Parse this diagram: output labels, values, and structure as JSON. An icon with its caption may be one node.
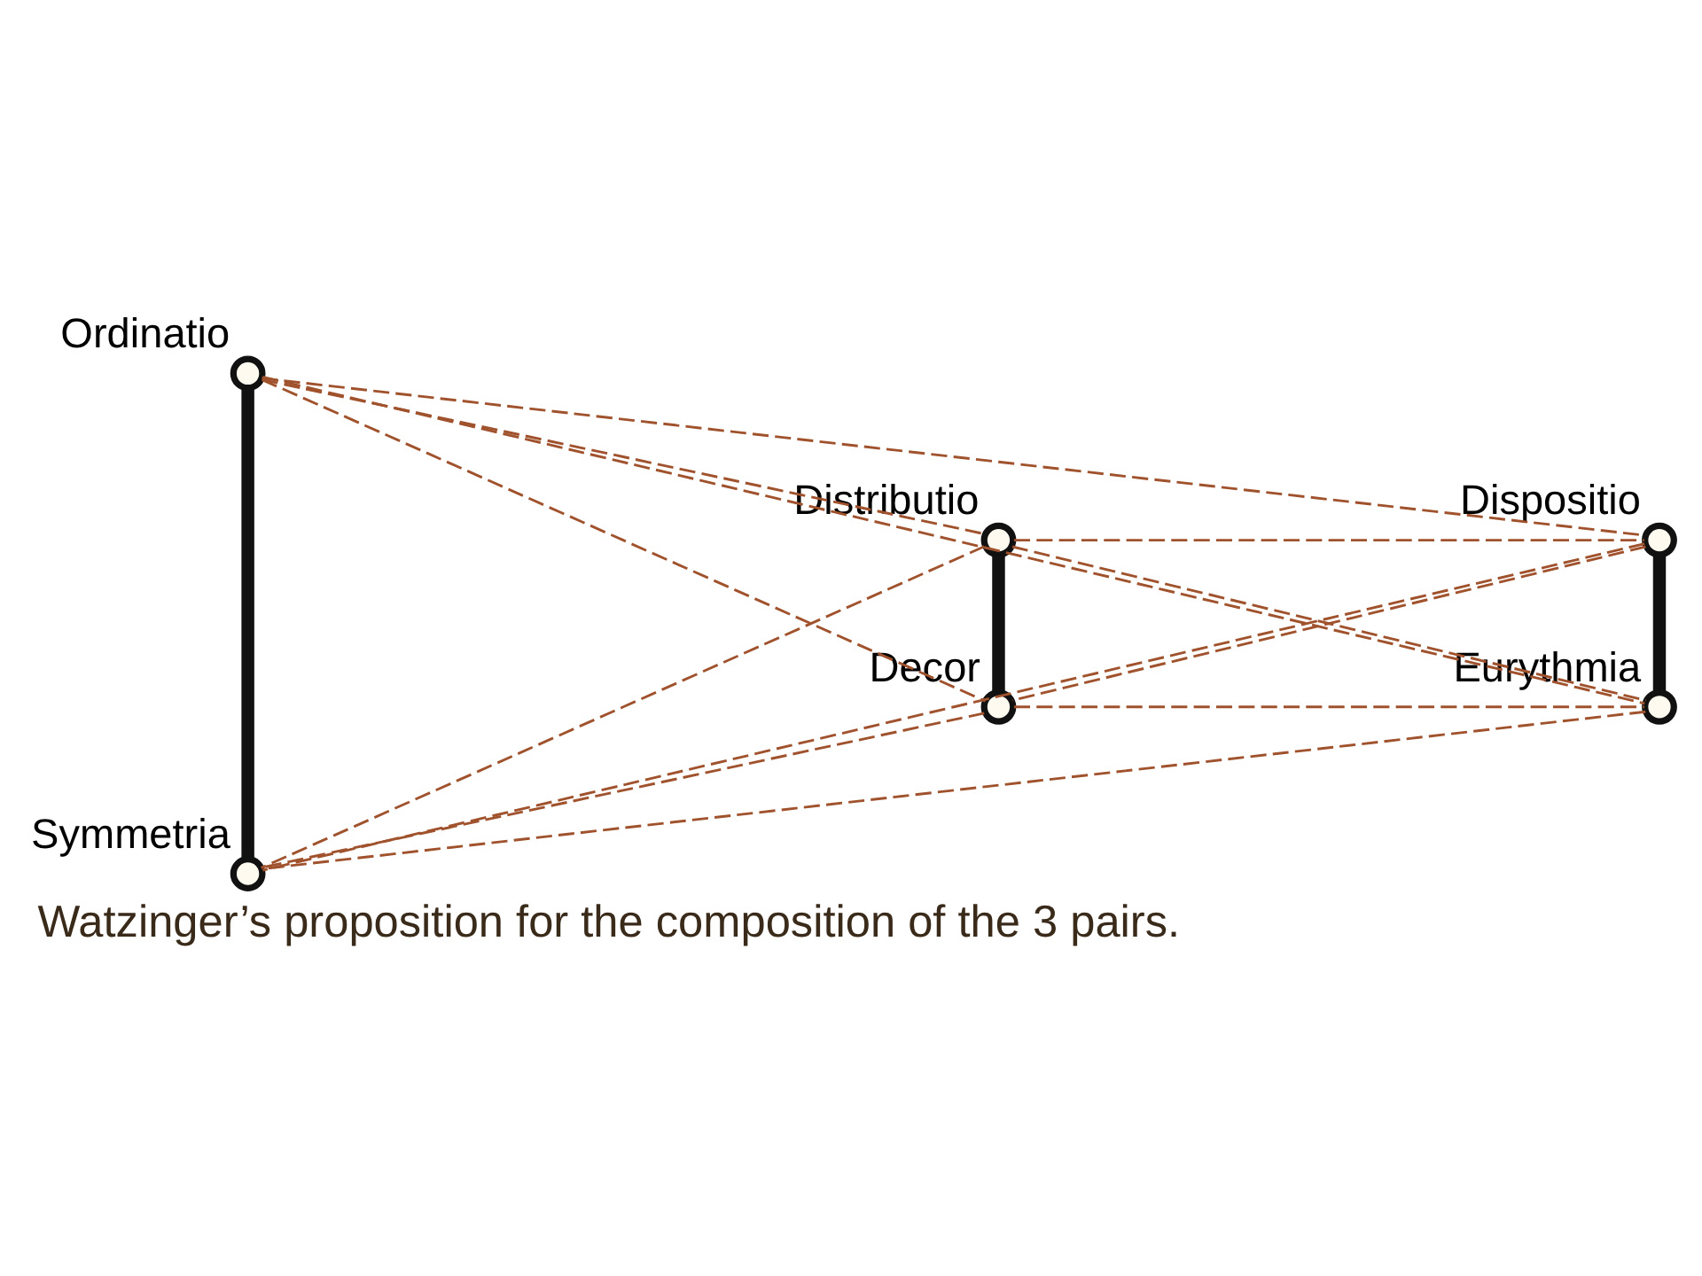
{
  "diagram": {
    "caption": "Watzinger’s proposition for the composition of the 3 pairs.",
    "nodes": [
      {
        "text": [],
        "shape": "circle",
        "beside": [
          "Ordinatio"
        ]
      },
      {
        "text": [],
        "shape": "circle",
        "beside": [
          "Distributio"
        ]
      },
      {
        "text": [],
        "shape": "circle",
        "beside": [
          "Dispositio"
        ]
      },
      {
        "text": [],
        "shape": "circle",
        "beside": [
          "Decor"
        ]
      },
      {
        "text": [],
        "shape": "circle",
        "beside": [
          "Eurythmia"
        ]
      },
      {
        "text": [],
        "shape": "circle",
        "beside": [
          "Symmetria"
        ]
      }
    ],
    "edges": [
      {
        "from": 0,
        "to": 5,
        "arrow": "none",
        "style": "thick",
        "color": "#111111"
      },
      {
        "from": 1,
        "to": 3,
        "arrow": "none",
        "style": "thick",
        "color": "#111111"
      },
      {
        "from": 2,
        "to": 4,
        "arrow": "none",
        "style": "thick",
        "color": "#111111"
      },
      {
        "from": 0,
        "to": 1,
        "arrow": "none",
        "style": "dashed"
      },
      {
        "from": 0,
        "to": 2,
        "arrow": "none",
        "style": "dashed"
      },
      {
        "from": 1,
        "to": 2,
        "arrow": "none",
        "style": "dashed"
      },
      {
        "from": 3,
        "to": 4,
        "arrow": "none",
        "style": "dashed"
      },
      {
        "from": 3,
        "to": 5,
        "arrow": "none",
        "style": "dashed"
      },
      {
        "from": 4,
        "to": 5,
        "arrow": "none",
        "style": "dashed"
      },
      {
        "from": 0,
        "to": 3,
        "arrow": "none",
        "style": "dashed"
      },
      {
        "from": 0,
        "to": 4,
        "arrow": "none",
        "style": "dashed"
      },
      {
        "from": 1,
        "to": 5,
        "arrow": "none",
        "style": "dashed"
      },
      {
        "from": 2,
        "to": 5,
        "arrow": "none",
        "style": "dashed"
      },
      {
        "from": 1,
        "to": 4,
        "arrow": "none",
        "style": "dashed"
      },
      {
        "from": 2,
        "to": 3,
        "arrow": "none",
        "style": "dashed"
      }
    ]
  }
}
